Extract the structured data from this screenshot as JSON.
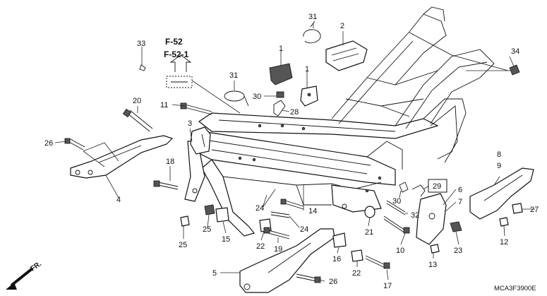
{
  "diagram_code": "MCA3F3900E",
  "direction_label": "FR.",
  "references": [
    "F-52",
    "F-52-1"
  ],
  "highlighted_part": "29",
  "callouts": [
    {
      "id": "c31a",
      "label": "31"
    },
    {
      "id": "c2",
      "label": "2"
    },
    {
      "id": "c33",
      "label": "33"
    },
    {
      "id": "c1a",
      "label": "1"
    },
    {
      "id": "c1b",
      "label": "1"
    },
    {
      "id": "c34",
      "label": "34"
    },
    {
      "id": "c31b",
      "label": "31"
    },
    {
      "id": "c30a",
      "label": "30"
    },
    {
      "id": "c20",
      "label": "20"
    },
    {
      "id": "c28",
      "label": "28"
    },
    {
      "id": "c11",
      "label": "11"
    },
    {
      "id": "c3",
      "label": "3"
    },
    {
      "id": "c26a",
      "label": "26"
    },
    {
      "id": "c18",
      "label": "18"
    },
    {
      "id": "c8",
      "label": "8"
    },
    {
      "id": "c9",
      "label": "9"
    },
    {
      "id": "c4",
      "label": "4"
    },
    {
      "id": "c29",
      "label": "29"
    },
    {
      "id": "c6",
      "label": "6"
    },
    {
      "id": "c7",
      "label": "7"
    },
    {
      "id": "c30b",
      "label": "30"
    },
    {
      "id": "c24a",
      "label": "24"
    },
    {
      "id": "c14",
      "label": "14"
    },
    {
      "id": "c27",
      "label": "27"
    },
    {
      "id": "c32",
      "label": "32"
    },
    {
      "id": "c25a",
      "label": "25"
    },
    {
      "id": "c15",
      "label": "15"
    },
    {
      "id": "c24b",
      "label": "24"
    },
    {
      "id": "c21",
      "label": "21"
    },
    {
      "id": "c12",
      "label": "12"
    },
    {
      "id": "c25b",
      "label": "25"
    },
    {
      "id": "c22a",
      "label": "22"
    },
    {
      "id": "c19",
      "label": "19"
    },
    {
      "id": "c10",
      "label": "10"
    },
    {
      "id": "c23",
      "label": "23"
    },
    {
      "id": "c16",
      "label": "16"
    },
    {
      "id": "c13",
      "label": "13"
    },
    {
      "id": "c5",
      "label": "5"
    },
    {
      "id": "c22b",
      "label": "22"
    },
    {
      "id": "c26b",
      "label": "26"
    },
    {
      "id": "c17",
      "label": "17"
    }
  ]
}
